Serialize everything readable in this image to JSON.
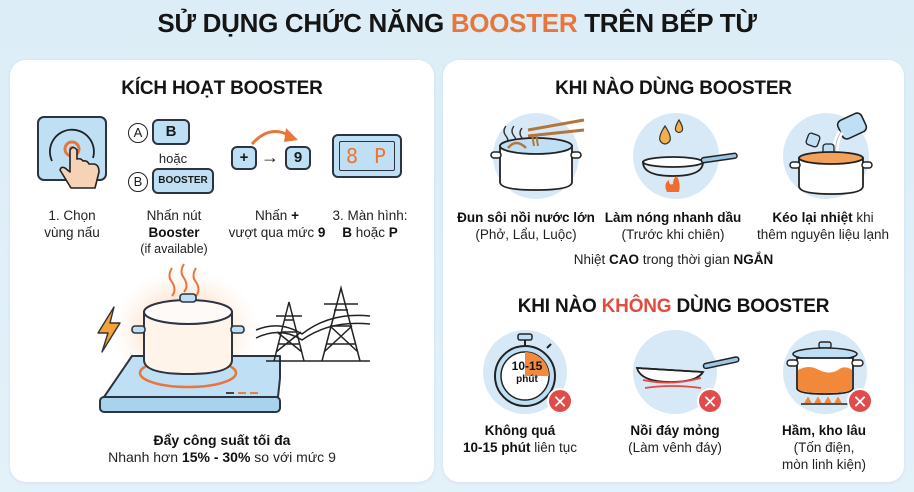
{
  "header": {
    "title_part1": "SỬ DỤNG CHỨC NĂNG ",
    "title_accent": "BOOSTER",
    "title_part2": " TRÊN BẾP TỪ"
  },
  "colors": {
    "accent_orange": "#e8763a",
    "negative_red": "#e24b3f",
    "icon_blue": "#bfe0f4",
    "background": "#dcedf7"
  },
  "activate": {
    "title": "KÍCH HOẠT BOOSTER",
    "step1": {
      "line1": "1. Chọn",
      "line2": "vùng nấu"
    },
    "step2": {
      "option_a_letter": "A",
      "option_a_key": "B",
      "or_label": "hoặc",
      "option_b_letter": "B",
      "option_b_key": "BOOSTER",
      "line1": "Nhấn nút",
      "line2": "Booster",
      "line3": "(if available)"
    },
    "step3": {
      "plus_key": "+",
      "arrow": "→",
      "nine_key": "9",
      "line1_pre": "Nhấn ",
      "line1_bold": "+",
      "line2_pre": "vượt qua mức ",
      "line2_bold": "9"
    },
    "step4": {
      "display_text": "8 P",
      "line1": "3. Màn hình:",
      "line2_b": "B",
      "line2_mid": " hoặc ",
      "line2_p": "P"
    },
    "power": {
      "headline": "Đẩy công suất tối đa",
      "sub_pre": "Nhanh hơn ",
      "sub_bold": "15% - 30%",
      "sub_post": " so với mức 9"
    }
  },
  "when_use": {
    "title": "KHI NÀO DÙNG BOOSTER",
    "items": [
      {
        "bold": "Đun sôi nồi nước lớn",
        "normal": "",
        "sub": "(Phở, Lẩu, Luộc)"
      },
      {
        "bold": "Làm nóng nhanh dầu",
        "normal": "",
        "sub": "(Trước khi chiên)"
      },
      {
        "bold": "Kéo lại nhiệt",
        "normal": " khi",
        "sub": "thêm nguyên liệu lạnh"
      }
    ],
    "summary_pre": "Nhiệt ",
    "summary_b1": "CAO",
    "summary_mid": " trong thời gian ",
    "summary_b2": "NGẮN"
  },
  "when_not": {
    "title_pre": "KHI NÀO ",
    "title_neg": "KHÔNG",
    "title_post": " DÙNG BOOSTER",
    "timer_label_top": "10-15",
    "timer_label_bottom": "phút",
    "x_mark": "✕",
    "items": [
      {
        "line1": "Không quá",
        "line2_bold": "10-15 phút",
        "line2_normal": " liên tục",
        "line3": ""
      },
      {
        "line1": "Nồi đáy mỏng",
        "line2_bold": "",
        "line2_normal": "(Làm vênh đáy)",
        "line3": ""
      },
      {
        "line1": "Hầm, kho lâu",
        "line2_bold": "",
        "line2_normal": "(Tốn điện,",
        "line3": "mòn linh kiện)"
      }
    ]
  }
}
